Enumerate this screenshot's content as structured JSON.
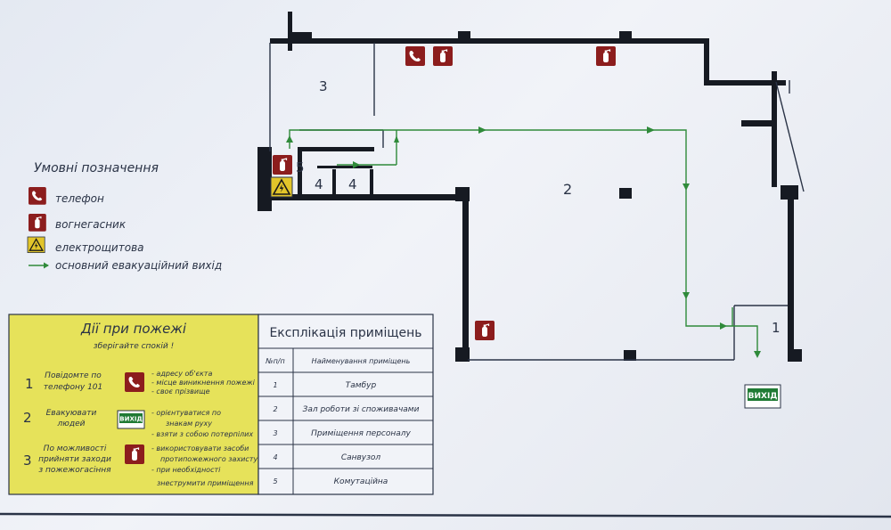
{
  "legend": {
    "title": "Умовні позначення",
    "items": [
      {
        "icon": "phone-icon",
        "label": "телефон"
      },
      {
        "icon": "extinguisher-icon",
        "label": "вогнегасник"
      },
      {
        "icon": "electrical-panel-icon",
        "label": "електрощитова"
      },
      {
        "icon": "evacuation-arrow-icon",
        "label": "основний евакуаційний вихід"
      }
    ]
  },
  "fire_actions": {
    "title": "Дії при пожежі",
    "subtitle": "зберігайте спокій !",
    "steps": [
      {
        "num": "1",
        "action": [
          "Повідомте по",
          "телефону 101"
        ],
        "icon": "phone-icon",
        "details": [
          "- адресу об'єкта",
          "- місце виникнення пожежі",
          "- своє прізвище"
        ]
      },
      {
        "num": "2",
        "action": [
          "Евакуювати",
          "людей"
        ],
        "icon": "exit-sign-icon",
        "icon_text": "ВИХІД",
        "details": [
          "- орієнтуватися по",
          "знакам руху",
          "- взяти з собою потерпілих"
        ]
      },
      {
        "num": "3",
        "action": [
          "По можливості",
          "прийняти заходи",
          "з пожежогасіння"
        ],
        "icon": "extinguisher-icon",
        "details": [
          "- використовувати засоби",
          "протипожежного захисту",
          "- при необхідності",
          "знеструмити приміщення"
        ]
      }
    ]
  },
  "rooms_table": {
    "title": "Експлікація приміщень",
    "col_num": "№п/п",
    "col_name": "Найменування приміщень",
    "rows": [
      {
        "num": "1",
        "name": "Тамбур"
      },
      {
        "num": "2",
        "name": "Зал роботи зі споживачами"
      },
      {
        "num": "3",
        "name": "Приміщення персоналу"
      },
      {
        "num": "4",
        "name": "Санвузол"
      },
      {
        "num": "5",
        "name": "Комутаційна"
      }
    ]
  },
  "floor_plan": {
    "room_labels": [
      "3",
      "5",
      "4",
      "4",
      "2",
      "1"
    ],
    "exit_sign": "ВИХІД"
  },
  "colors": {
    "wall": "#161a22",
    "route": "#2f8a3a",
    "sign_red": "#8c1d1d",
    "panel_yellow": "#e6e25a",
    "exit_green": "#1f7a34"
  }
}
